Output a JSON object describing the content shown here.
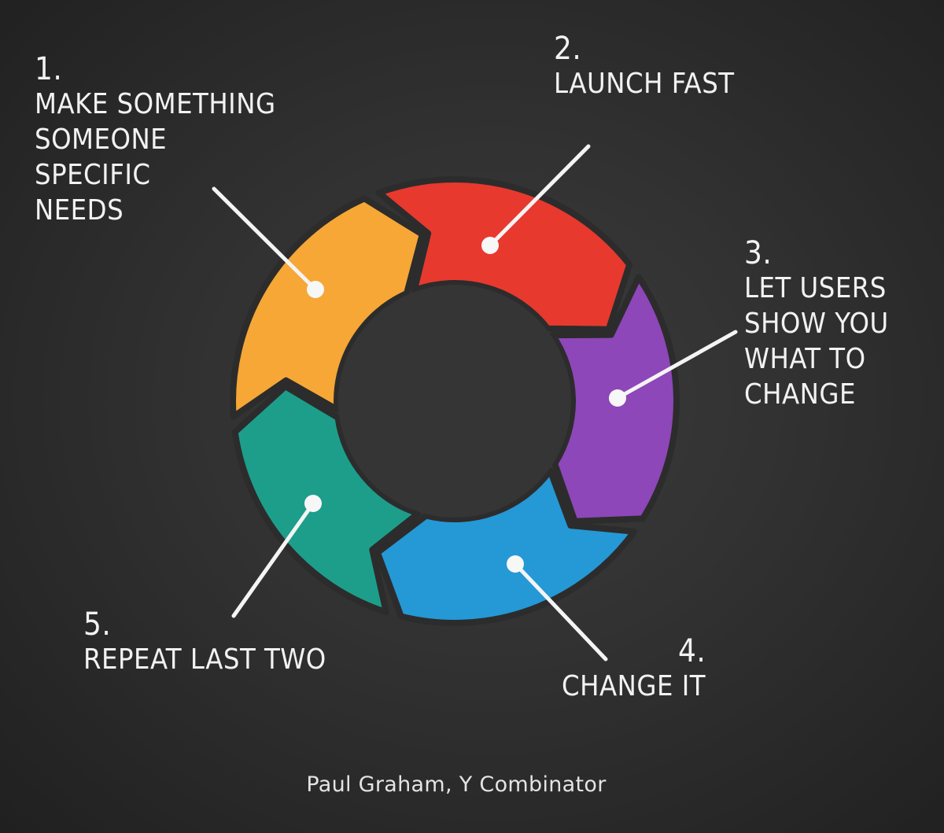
{
  "steps": [
    {
      "number": "1.",
      "lines": [
        "MAKE SOMETHING",
        "SOMEONE",
        "SPECIFIC",
        "NEEDS"
      ],
      "color": "#f6a735"
    },
    {
      "number": "2.",
      "lines": [
        "LAUNCH FAST"
      ],
      "color": "#e8392f"
    },
    {
      "number": "3.",
      "lines": [
        "LET USERS",
        "SHOW YOU",
        "WHAT TO",
        "CHANGE"
      ],
      "color": "#8d47b8"
    },
    {
      "number": "4.",
      "lines": [
        "CHANGE IT"
      ],
      "color": "#2598d6"
    },
    {
      "number": "5.",
      "lines": [
        "REPEAT LAST TWO"
      ],
      "color": "#1d9e8b"
    }
  ],
  "attribution": "Paul Graham, Y Combinator"
}
